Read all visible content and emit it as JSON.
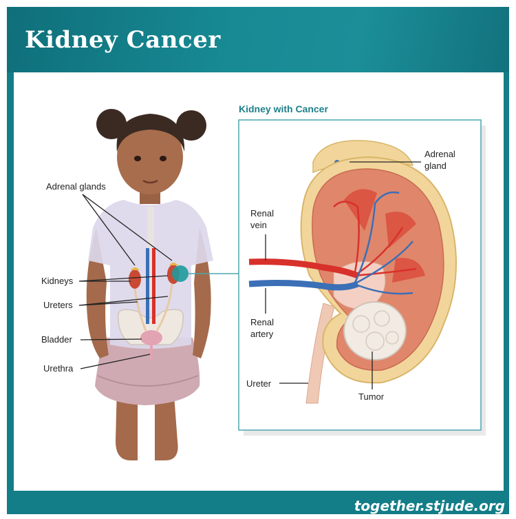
{
  "title": "Kidney Cancer",
  "inset_title": "Kidney with Cancer",
  "labels": {
    "adrenal_glands": "Adrenal glands",
    "kidneys": "Kidneys",
    "ureters": "Ureters",
    "bladder": "Bladder",
    "urethra": "Urethra",
    "adrenal_gland_line1": "Adrenal",
    "adrenal_gland_line2": "gland",
    "renal_vein_line1": "Renal",
    "renal_vein_line2": "vein",
    "renal_artery_line1": "Renal",
    "renal_artery_line2": "artery",
    "ureter": "Ureter",
    "tumor": "Tumor"
  },
  "footer": "together.stjude.org",
  "colors": {
    "brand_teal": "#137d88",
    "inset_border": "#4aa7ae",
    "artery_red": "#d8312b",
    "vein_blue": "#3b6fb6"
  }
}
